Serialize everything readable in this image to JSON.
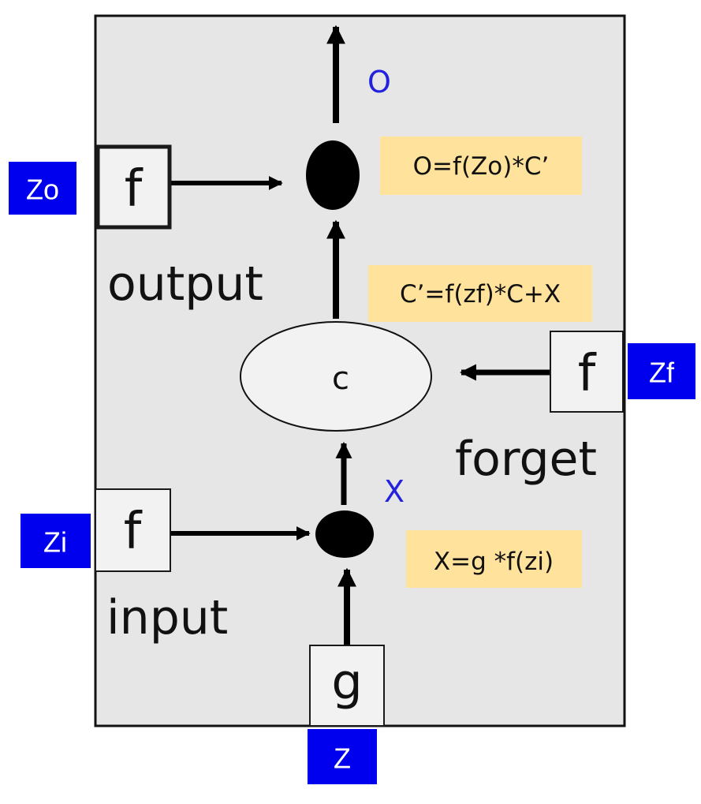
{
  "colors": {
    "panel_fill": "#e6e6e6",
    "panel_stroke": "#111111",
    "input_box_fill": "#0000ee",
    "input_box_text": "#ffffff",
    "formula_fill": "#ffe29c",
    "variable_text": "#2222dd",
    "gate_fill": "#f2f2f2",
    "arrow": "#000000"
  },
  "gates": {
    "output_gate": "f",
    "forget_gate": "f",
    "input_gate": "f",
    "input_activation": "g"
  },
  "gate_labels": {
    "output": "output",
    "forget": "forget",
    "input": "input"
  },
  "external_inputs": {
    "zo": "Zo",
    "zf": "Zf",
    "zi": "Zi",
    "z": "Z"
  },
  "cell": {
    "label": "c"
  },
  "variables": {
    "output": "O",
    "input_product": "X"
  },
  "formulas": {
    "output": "O=f(Zo)*C’",
    "cell_update": "C’=f(zf)*C+X",
    "input": "X=g *f(zi)"
  }
}
